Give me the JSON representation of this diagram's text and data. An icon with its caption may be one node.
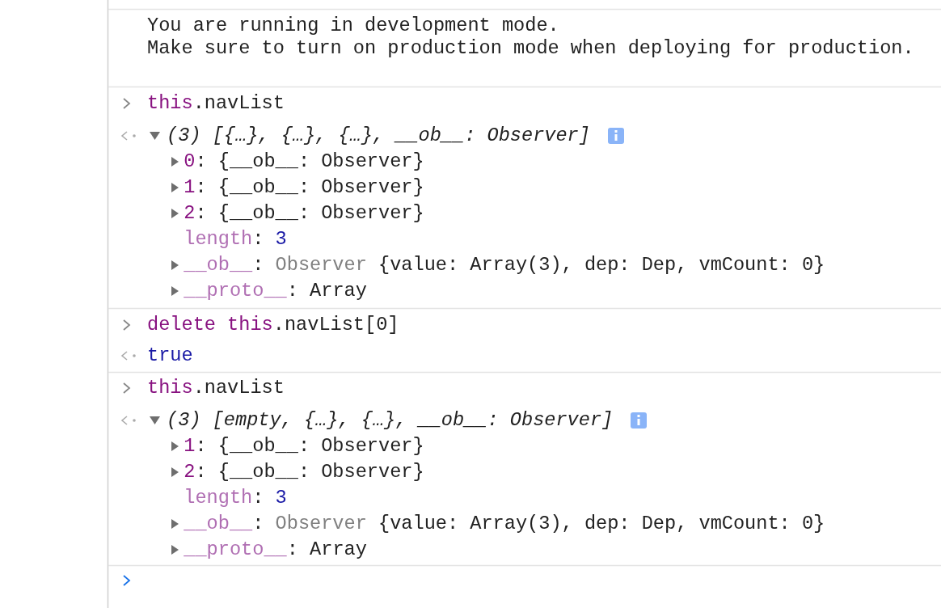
{
  "diagram": {
    "labels": [
      "You are running in development mode.",
      "Make sure to turn on production mode when deploying for production.",
      "this",
      ".navList",
      "(3) [{…}, {…}, {…}, __ob__: Observer]",
      "0",
      ": {__ob__: Observer}",
      "1",
      ": {__ob__: Observer}",
      "2",
      ": {__ob__: Observer}",
      "length",
      ":",
      "3",
      "__ob__",
      ":",
      "Observer",
      "{value: Array(3), dep: Dep, vmCount: 0}",
      "__proto__",
      ": Array",
      "delete",
      "this",
      ".navList[0]",
      "true",
      "this",
      ".navList",
      "(3) [empty, {…}, {…}, __ob__: Observer]",
      "1",
      ": {__ob__: Observer}",
      "2",
      ": {__ob__: Observer}",
      "length",
      ":",
      "3",
      "__ob__",
      ":",
      "Observer",
      "{value: Array(3), dep: Dep, vmCount: 0}",
      "__proto__",
      ": Array"
    ]
  }
}
